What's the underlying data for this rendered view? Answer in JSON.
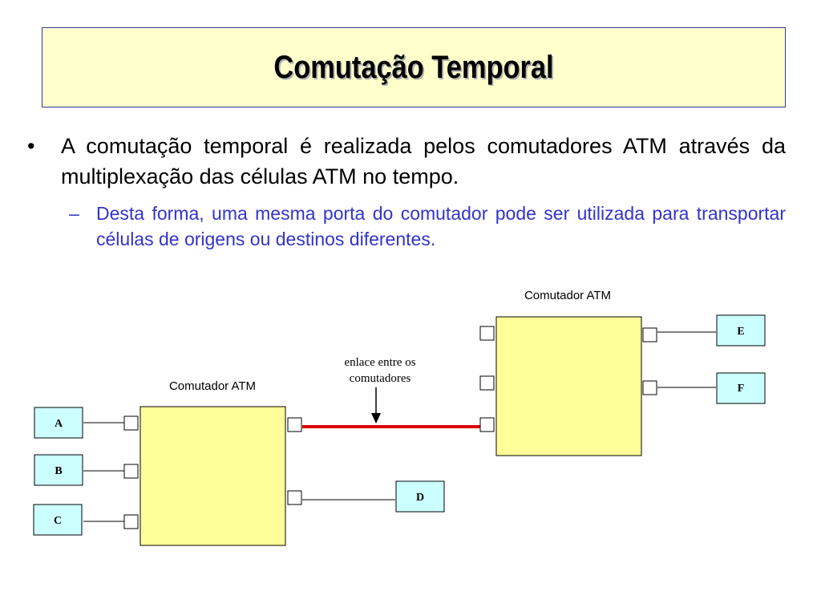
{
  "slide": {
    "title": "Comutação Temporal",
    "bullet_symbol": "•",
    "bullet_text": "A comutação temporal é realizada pelos comutadores ATM através da multiplexação das células ATM no tempo.",
    "sub_symbol": "–",
    "sub_text": "Desta forma, uma mesma porta do comutador pode ser utilizada para transportar células de origens ou destinos diferentes."
  },
  "diagram": {
    "switch_left_label": "Comutador ATM",
    "switch_right_label": "Comutador ATM",
    "link_label_line1": "enlace entre os",
    "link_label_line2": "comutadores",
    "nodes": {
      "a": "A",
      "b": "B",
      "c": "C",
      "d": "D",
      "e": "E",
      "f": "F"
    },
    "colors": {
      "switch_fill": "#ffff99",
      "node_fill": "#ccffff",
      "link_color": "#dd0000",
      "title_fill": "#ffffcc",
      "sub_text_color": "#3333cc"
    }
  }
}
